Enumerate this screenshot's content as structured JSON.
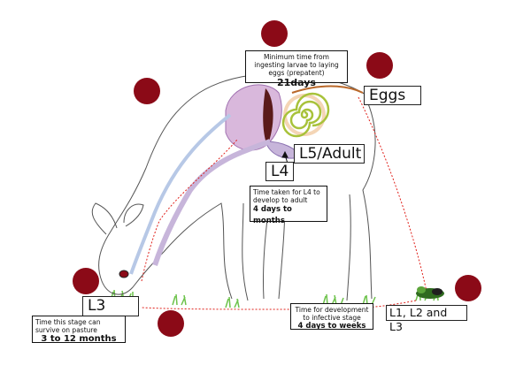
{
  "diagram": {
    "stage_labels": {
      "eggs": "Eggs",
      "l5_adult": "L5/Adult",
      "l4": "L4",
      "l3": "L3",
      "l1_l2_l3": "L1, L2 and L3"
    },
    "info_boxes": {
      "prepatent": {
        "text": "Minimum time from ingesting larvae to laying eggs (prepatent)",
        "value": "21days"
      },
      "l4_development": {
        "text": "Time taken for L4 to develop to adult",
        "value": "4 days to months"
      },
      "l3_survival": {
        "text": "Time this stage can survive on pasture",
        "value": "3 to 12 months"
      },
      "infective_development": {
        "text": "Time for development to infective stage",
        "value": "4 days to weeks"
      }
    },
    "colors": {
      "marker": "#8b0a17",
      "path": "#e0201a",
      "stomach": "#d9b8dc",
      "intestine": "#c7b5da",
      "coil": "#a8c23a",
      "coil_outer": "#e0862a",
      "grass": "#6cc24a",
      "liver": "#5a1a1a"
    }
  }
}
